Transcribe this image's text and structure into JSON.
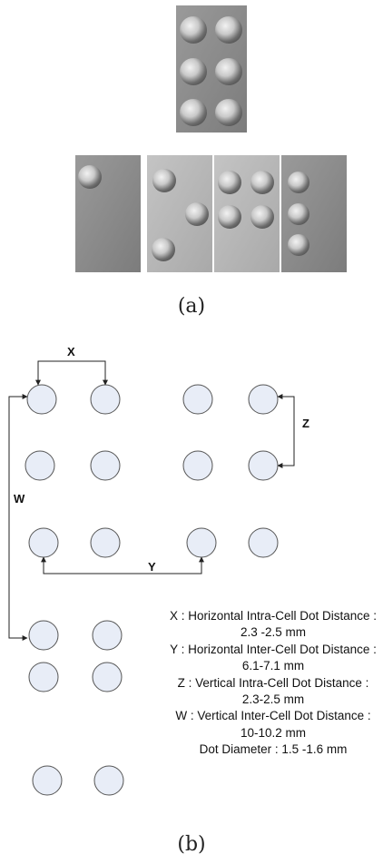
{
  "captions": {
    "a": "(a)",
    "b": "(b)"
  },
  "labels": {
    "x": "X",
    "y": "Y",
    "z": "Z",
    "w": "W"
  },
  "legend": {
    "line1": "X : Horizontal Intra-Cell Dot Distance :",
    "line2": "2.3 -2.5 mm",
    "line3": "Y : Horizontal Inter-Cell Dot Distance :",
    "line4": "6.1-7.1 mm",
    "line5": "Z : Vertical Intra-Cell Dot Distance :",
    "line6": "2.3-2.5 mm",
    "line7": "W : Vertical Inter-Cell Dot Distance :",
    "line8": "10-10.2 mm",
    "line9": "Dot Diameter : 1.5 -1.6 mm"
  },
  "colors": {
    "dot_fill": "#e8edf7",
    "dot_stroke": "#444444",
    "photo_bg": "#8a8a8a"
  }
}
